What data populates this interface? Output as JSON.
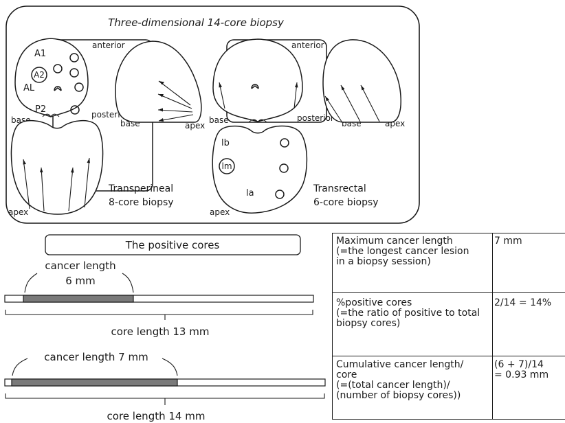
{
  "top_panel": {
    "title": "Three-dimensional 14-core biopsy",
    "left": {
      "labels": {
        "a1": "A1",
        "a2": "A2",
        "al": "AL",
        "p2": "P2",
        "anterior": "anterior",
        "posterior": "posterior",
        "base_left": "base",
        "base_side": "base",
        "apex_side": "apex",
        "apex_bottom": "apex"
      },
      "caption": [
        "Transperineal",
        "8-core biopsy"
      ]
    },
    "right": {
      "labels": {
        "anterior": "anterior",
        "posterior": "posterior",
        "base_left": "base",
        "base_side": "base",
        "apex_side": "apex",
        "lb": "lb",
        "lm": "lm",
        "la": "la",
        "apex_bottom": "apex"
      },
      "caption": [
        "Transrectal",
        "6-core biopsy"
      ]
    }
  },
  "positive_cores": {
    "heading": "The positive cores",
    "core1": {
      "cancer_label": "cancer length",
      "cancer_value": "6 mm",
      "core_label": "core length 13 mm"
    },
    "core2": {
      "cancer_label": "cancer length 7 mm",
      "core_label": "core length 14 mm"
    }
  },
  "table": {
    "rows": [
      {
        "metric": [
          "Maximum cancer length",
          "(=the longest cancer lesion",
          "in a biopsy session)"
        ],
        "value": [
          "7 mm"
        ]
      },
      {
        "metric": [
          "%positive cores",
          "(=the ratio of positive to total",
          "biopsy cores)"
        ],
        "value": [
          "2/14 = 14%"
        ]
      },
      {
        "metric": [
          "Cumulative cancer length/",
          "core",
          "(=(total cancer length)/",
          "(number of biopsy cores))"
        ],
        "value": [
          "(6 + 7)/14",
          "= 0.93 mm"
        ]
      }
    ]
  },
  "colors": {
    "line": "#1a1a1a",
    "cancer_fill": "#7a7a7a",
    "background": "#ffffff"
  }
}
